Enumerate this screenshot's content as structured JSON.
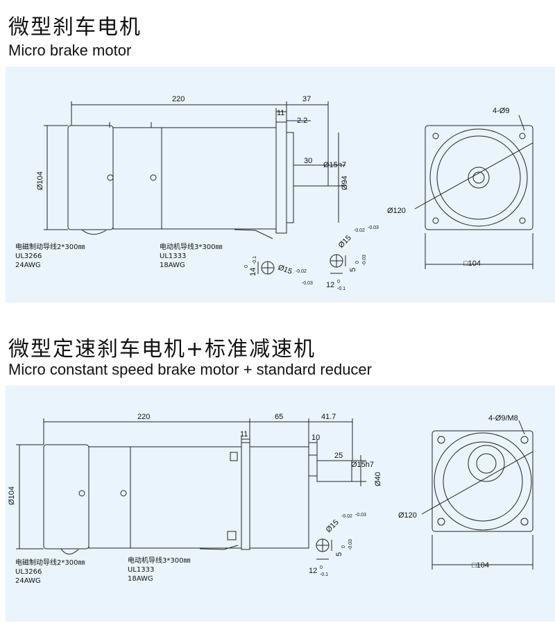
{
  "section1": {
    "title_cn": "微型刹车电机",
    "title_en": "Micro brake motor",
    "dims": {
      "length": "220",
      "shaft_total": "37",
      "flange": "11",
      "gap": "2.2",
      "shaft_len": "30",
      "shaft_dia": "Ø15h7",
      "pilot_dia": "Ø94",
      "body_dia": "Ø104",
      "bolt_holes": "4-Ø9",
      "pcd": "Ø120",
      "square": "□104"
    },
    "wires": {
      "brake": {
        "name": "电磁制动导线2*300㎜",
        "spec": "UL3266",
        "gauge": "24AWG"
      },
      "motor": {
        "name": "电动机导线3*300㎜",
        "spec": "UL1333",
        "gauge": "18AWG"
      }
    },
    "key1": {
      "height": "14",
      "tol_h_top": "0",
      "tol_h_bot": "-0.1",
      "dia": "Ø15",
      "tol_d_top": "-0.02",
      "tol_d_bot": "-0.03"
    },
    "key2": {
      "dia": "Ø15",
      "tol_d_top": "-0.02",
      "tol_d_bot": "-0.03",
      "width": "5",
      "tol_w_top": "0",
      "tol_w_bot": "-0.03",
      "depth": "12",
      "tol_dep_top": "0",
      "tol_dep_bot": "-0.1"
    }
  },
  "section2": {
    "title_cn": "微型定速刹车电机+标准减速机",
    "title_en": "Micro constant speed brake motor + standard reducer",
    "dims": {
      "length": "220",
      "gearbox": "65",
      "shaft_total": "41.7",
      "flange": "11",
      "flange2": "10",
      "shaft_len": "25",
      "shaft_dia": "Ø15h7",
      "pilot_dia": "Ø40",
      "body_dia": "Ø104",
      "bolt_holes": "4-Ø9/M8",
      "pcd": "Ø120",
      "square": "□104"
    },
    "wires": {
      "brake": {
        "name": "电磁制动导线2*300㎜",
        "spec": "UL3266",
        "gauge": "24AWG"
      },
      "motor": {
        "name": "电动机导线3*300㎜",
        "spec": "UL1333",
        "gauge": "18AWG"
      }
    },
    "key": {
      "dia": "Ø15",
      "tol_d_top": "-0.02",
      "tol_d_bot": "-0.03",
      "width": "5",
      "tol_w_top": "0",
      "tol_w_bot": "-0.03",
      "depth": "12",
      "tol_dep_top": "0",
      "tol_dep_bot": "-0.1"
    }
  }
}
